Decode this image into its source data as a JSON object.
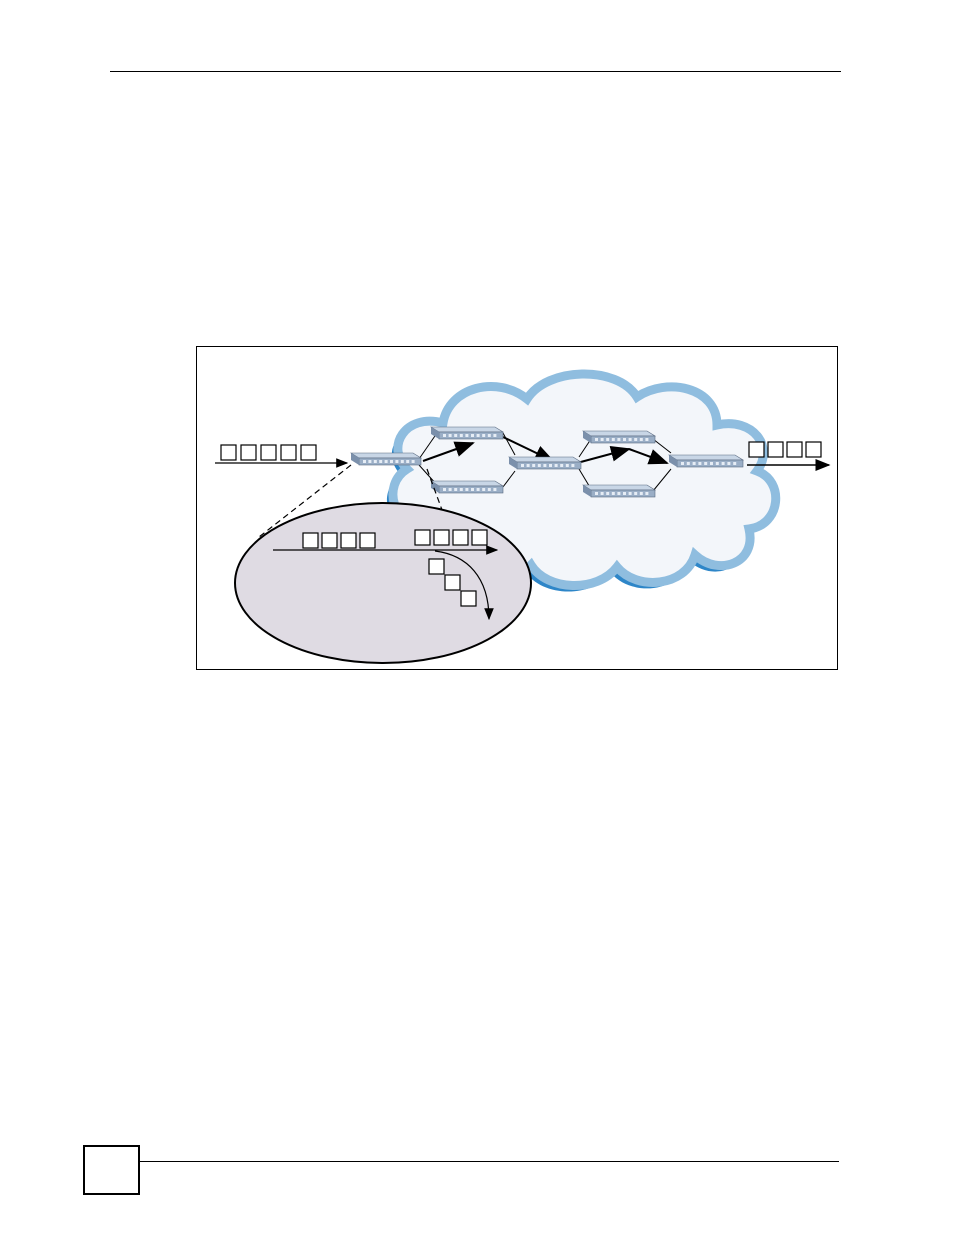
{
  "page": {
    "has_header_rule": true,
    "has_footer_rule": true,
    "has_page_number_box": true
  },
  "figure": {
    "description_icons": [
      "cloud-icon",
      "switch-icon",
      "packet-icon",
      "arrow-icon",
      "ellipse-callout"
    ],
    "colors": {
      "cloud_fill": "#f3f6fa",
      "cloud_outline": "#8fbddf",
      "cloud_shadow": "#2e86c8",
      "switch_body": "#9aaec6",
      "switch_top": "#c8d6e6",
      "callout_fill": "#dfdbe3",
      "line": "#000000"
    },
    "incoming_packets": 5,
    "outgoing_packets": 4,
    "callout_upper_left_packets": 4,
    "callout_upper_right_packets": 4,
    "callout_dropped_packets": 3,
    "switch_count": 7
  }
}
